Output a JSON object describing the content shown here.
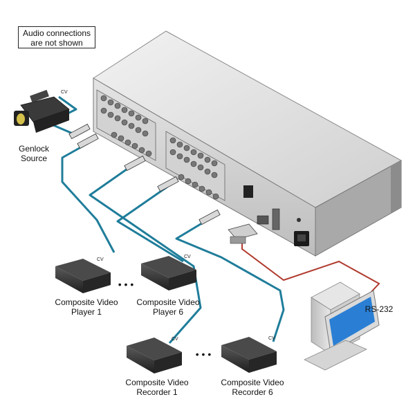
{
  "note": {
    "line1": "Audio connections",
    "line2": "are not shown"
  },
  "genlock": {
    "line1": "Genlock",
    "line2": "Source"
  },
  "player1": {
    "line1": "Composite Video",
    "line2": "Player 1"
  },
  "player6": {
    "line1": "Composite Video",
    "line2": "Player 6"
  },
  "recorder1": {
    "line1": "Composite Video",
    "line2": "Recorder 1"
  },
  "recorder6": {
    "line1": "Composite Video",
    "line2": "Recorder 6"
  },
  "rs232_label": "RS-232",
  "cv_label": "CV",
  "ellipsis": "• • •",
  "colors": {
    "video_cable": "#1f7d9a",
    "serial_cable": "#b03a2e",
    "chassis": "#d9d9d9"
  }
}
